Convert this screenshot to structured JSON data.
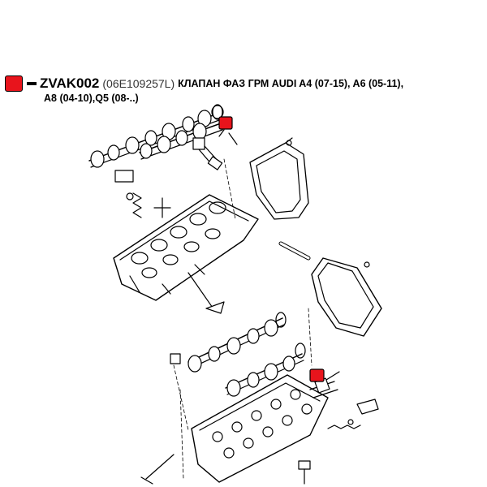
{
  "caption": {
    "part_code": "ZVAK002",
    "oem_number": "(06E109257L)",
    "description_line1": "КЛАПАН ФАЗ ГРМ AUDI A4 (07-15), A6 (05-11),",
    "description_line2": "A8 (04-10),Q5 (08-..)",
    "marker_color": "#e8141c"
  },
  "diagram": {
    "highlight_color": "#e8141c",
    "line_color": "#000000"
  }
}
